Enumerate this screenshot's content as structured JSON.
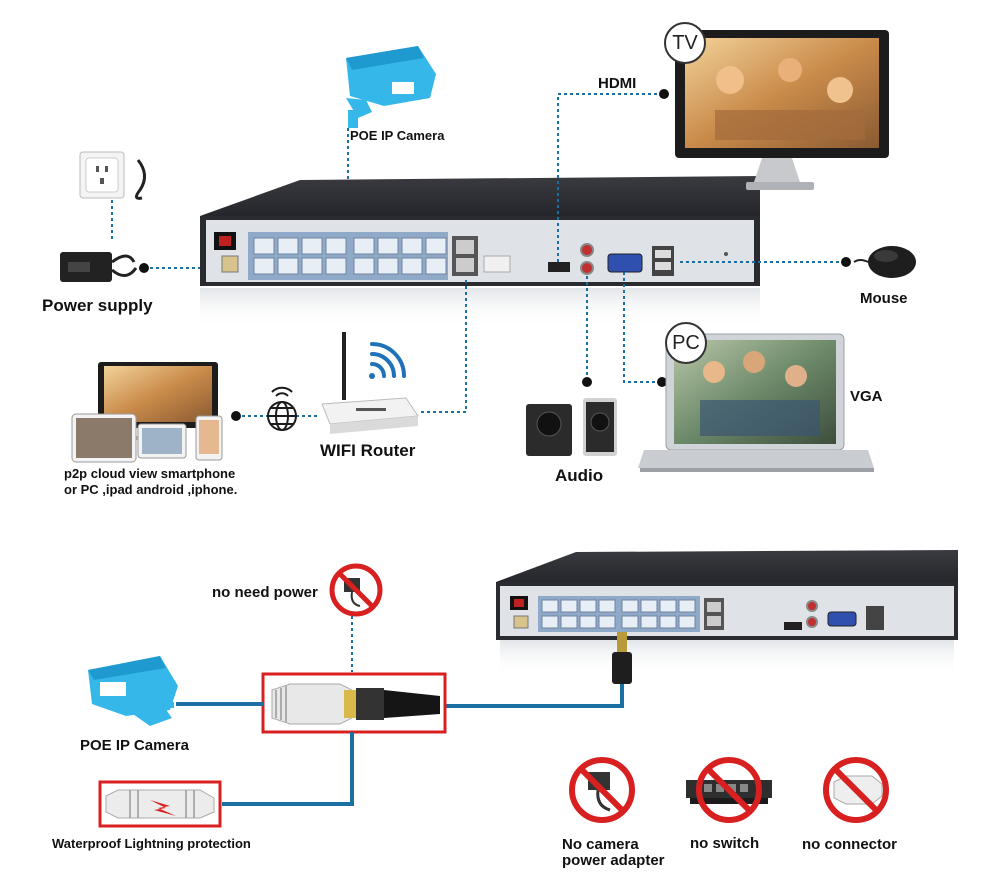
{
  "top": {
    "poe_camera_label": "POE IP Camera",
    "hdmi_label": "HDMI",
    "tv_label": "TV",
    "power_supply_label": "Power supply",
    "mouse_label": "Mouse",
    "pc_label": "PC",
    "vga_label": "VGA",
    "audio_label": "Audio",
    "wifi_router_label": "WIFI Router",
    "p2p_line1": "p2p cloud view smartphone",
    "p2p_line2": "or PC ,ipad android ,iphone."
  },
  "bottom": {
    "no_need_power_label": "no need power",
    "poe_camera_label": "POE IP Camera",
    "waterproof_label": "Waterproof Lightning protection",
    "no_camera_line1": "No camera",
    "no_camera_line2": "power adapter",
    "no_switch_label": "no switch",
    "no_connector_label": "no connector"
  },
  "colors": {
    "cable": "#1a6fa3",
    "dotted": "#1a6fa3",
    "camera": "#35b7ea",
    "warning_red": "#d92020",
    "nvr_body": "#2f3035",
    "nvr_panel": "#dfe3e8"
  }
}
